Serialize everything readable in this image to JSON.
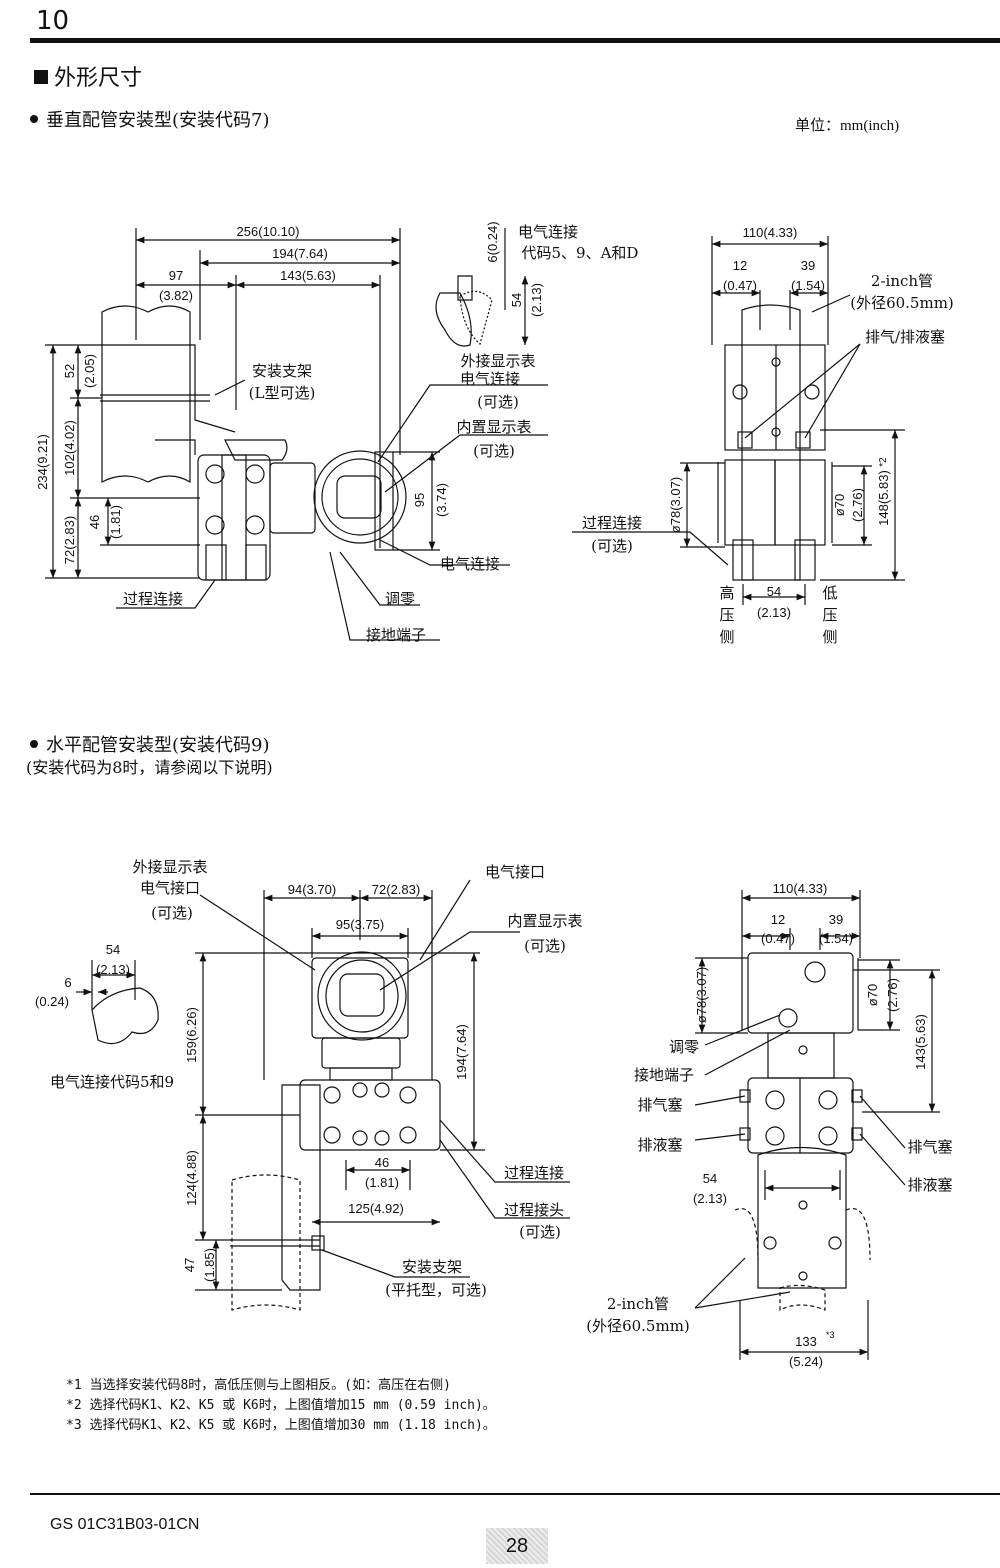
{
  "chapter_number": "10",
  "section_title": "外形尺寸",
  "unit_label": "单位：mm(inch)",
  "vertical": {
    "title": "垂直配管安装型(安装代码7)",
    "labels": {
      "bracket": "安装支架",
      "bracket_sub": "(L型可选)",
      "ext_display_1": "外接显示表",
      "ext_display_2": "电气连接",
      "optional_1": "(可选)",
      "int_display": "内置显示表",
      "optional_2": "(可选)",
      "elec_conn": "电气连接",
      "zero_adj": "调零",
      "ground": "接地端子",
      "process_conn_left": "过程连接",
      "elec_code_1": "电气连接",
      "elec_code_2": "代码5、9、A和D",
      "pipe_1": "2-inch管",
      "pipe_2": "(外径60.5mm)",
      "vent_drain": "排气/排液塞",
      "process_conn_right": "过程连接",
      "process_conn_right_sub": "(可选)",
      "high": [
        "高",
        "压",
        "侧"
      ],
      "low": [
        "低",
        "压",
        "侧"
      ]
    },
    "dims": {
      "d256": "256(10.10)",
      "d194": "194(7.64)",
      "d143": "143(5.63)",
      "d97": "97",
      "d97i": "(3.82)",
      "d234": "234(9.21)",
      "d52": "52",
      "d52i": "(2.05)",
      "d102": "102(4.02)",
      "d46": "46",
      "d46i": "(1.81)",
      "d72": "72(2.83)",
      "d95": "95",
      "d95i": "(3.74)",
      "d6": "6(0.24)",
      "d54": "54",
      "d54i": "(2.13)",
      "d110": "110(4.33)",
      "d12": "12",
      "d12i": "(0.47)",
      "d39": "39",
      "d39i": "(1.54)",
      "d78": "ø78(3.07)",
      "d70": "ø70",
      "d70i": "(2.76)",
      "d148": "148(5.83)",
      "star2": "*2",
      "d54b": "54",
      "d54bi": "(2.13)"
    }
  },
  "horizontal": {
    "title": "水平配管安装型(安装代码9)",
    "subtitle": "(安装代码为8时，请参阅以下说明)",
    "labels": {
      "ext_display_1": "外接显示表",
      "ext_display_2": "电气接口",
      "optional_1": "(可选)",
      "elec_port": "电气接口",
      "int_display": "内置显示表",
      "optional_2": "(可选)",
      "elec_code_59": "电气连接代码5和9",
      "process_conn": "过程连接",
      "process_joint": "过程接头",
      "optional_3": "(可选)",
      "bracket": "安装支架",
      "bracket_sub": "(平托型，可选)",
      "zero_adj": "调零",
      "ground": "接地端子",
      "vent_plug_l": "排气塞",
      "drain_plug_l": "排液塞",
      "vent_plug_r": "排气塞",
      "drain_plug_r": "排液塞",
      "pipe_1": "2-inch管",
      "pipe_2": "(外径60.5mm)"
    },
    "dims": {
      "d94": "94(3.70)",
      "d72": "72(2.83)",
      "d95": "95(3.75)",
      "d54": "54",
      "d54i": "(2.13)",
      "d6": "6",
      "d6i": "(0.24)",
      "d159": "159(6.26)",
      "d194": "194(7.64)",
      "d46": "46",
      "d46i": "(1.81)",
      "d124": "124(4.88)",
      "d125": "125(4.92)",
      "d47": "47",
      "d47i": "(1.85)",
      "d110": "110(4.33)",
      "d12": "12",
      "d12i": "(0.47)",
      "d39": "39",
      "d39i": "(1.54)",
      "d78": "ø78(3.07)",
      "d70": "ø70",
      "d70i": "(2.76)",
      "d143": "143(5.63)",
      "d54b": "54",
      "d54bi": "(2.13)",
      "d133": "133",
      "star3": "*3",
      "d133i": "(5.24)"
    }
  },
  "notes": [
    "*1  当选择安装代码8时，高低压侧与上图相反。(如：高压在右侧)",
    "*2  选择代码K1、K2、K5 或 K6时，上图值增加15 mm (0.59 inch)。",
    "*3  选择代码K1、K2、K5 或 K6时，上图值增加30 mm (1.18 inch)。"
  ],
  "footer": {
    "doc_number": "GS 01C31B03-01CN",
    "page_number": "28"
  }
}
